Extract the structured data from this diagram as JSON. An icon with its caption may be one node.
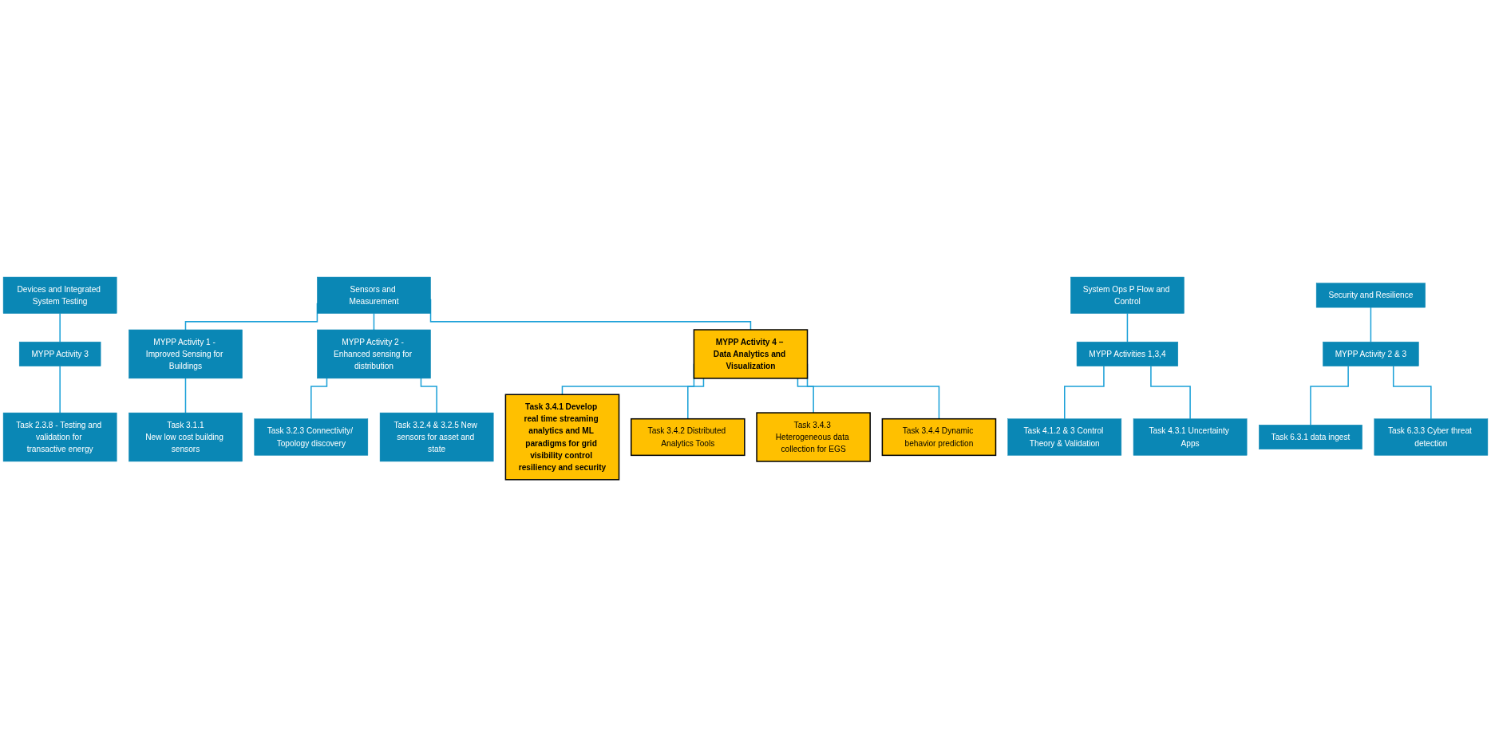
{
  "diagram": {
    "nodes": [
      {
        "text": [
          "Devices and Integrated System Testing"
        ]
      },
      {
        "text": [
          "MYPP Activity 3"
        ]
      },
      {
        "text": [
          "Task 2.3.8 - Testing and validation for transactive energy"
        ]
      },
      {
        "text": [
          "Sensors and Measurement"
        ]
      },
      {
        "text": [
          "MYPP Activity 1 - Improved Sensing for Buildings"
        ]
      },
      {
        "text": [
          "Task 3.1.1",
          "New low cost building sensors"
        ]
      },
      {
        "text": [
          "MYPP Activity 2 - Enhanced sensing for distribution"
        ]
      },
      {
        "text": [
          "Task 3.2.3 Connectivity/ Topology discovery"
        ]
      },
      {
        "text": [
          "Task 3.2.4 & 3.2.5 New sensors for asset and state"
        ]
      },
      {
        "text": [
          "MYPP Activity 4 – Data Analytics and Visualization"
        ]
      },
      {
        "text": [
          "Task 3.4.1 Develop real time streaming analytics and ML paradigms for grid visibility control resiliency and security"
        ]
      },
      {
        "text": [
          "Task 3.4.2 Distributed Analytics Tools"
        ]
      },
      {
        "text": [
          "Task 3.4.3 Heterogeneous data collection for EGS"
        ]
      },
      {
        "text": [
          "Task 3.4.4 Dynamic behavior prediction"
        ]
      },
      {
        "text": [
          "System Ops P Flow and Control"
        ]
      },
      {
        "text": [
          "MYPP Activities 1,3,4"
        ]
      },
      {
        "text": [
          "Task 4.1.2 & 3 Control Theory & Validation"
        ]
      },
      {
        "text": [
          "Task 4.3.1 Uncertainty Apps"
        ]
      },
      {
        "text": [
          "Security and Resilience"
        ]
      },
      {
        "text": [
          "MYPP Activity 2 & 3"
        ]
      },
      {
        "text": [
          "Task 6.3.1 data ingest"
        ]
      },
      {
        "text": [
          "Task 6.3.3 Cyber threat detection"
        ]
      }
    ],
    "edges": [
      {
        "from": 0,
        "to": 1,
        "arrow": "none"
      },
      {
        "from": 1,
        "to": 2,
        "arrow": "none"
      },
      {
        "from": 3,
        "to": 4,
        "arrow": "none"
      },
      {
        "from": 3,
        "to": 6,
        "arrow": "none"
      },
      {
        "from": 3,
        "to": 9,
        "arrow": "none"
      },
      {
        "from": 4,
        "to": 5,
        "arrow": "none"
      },
      {
        "from": 6,
        "to": 7,
        "arrow": "none"
      },
      {
        "from": 6,
        "to": 8,
        "arrow": "none"
      },
      {
        "from": 9,
        "to": 10,
        "arrow": "none"
      },
      {
        "from": 9,
        "to": 11,
        "arrow": "none"
      },
      {
        "from": 9,
        "to": 12,
        "arrow": "none"
      },
      {
        "from": 9,
        "to": 13,
        "arrow": "none"
      },
      {
        "from": 14,
        "to": 15,
        "arrow": "none"
      },
      {
        "from": 15,
        "to": 16,
        "arrow": "none"
      },
      {
        "from": 15,
        "to": 17,
        "arrow": "none"
      },
      {
        "from": 18,
        "to": 19,
        "arrow": "none"
      },
      {
        "from": 19,
        "to": 20,
        "arrow": "none"
      },
      {
        "from": 19,
        "to": 21,
        "arrow": "none"
      }
    ]
  }
}
